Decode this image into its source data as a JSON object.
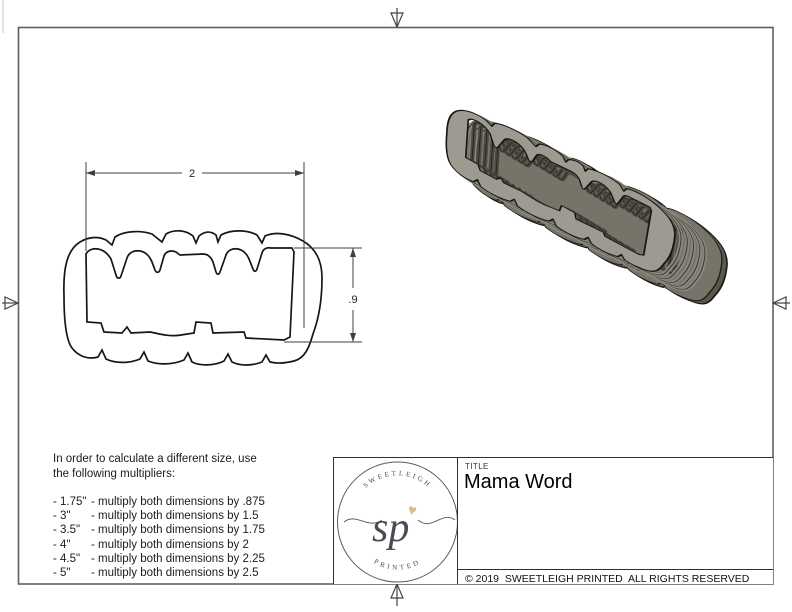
{
  "drawing2d": {
    "width_dim": "2",
    "height_dim": ".9"
  },
  "notes": {
    "intro": [
      "In order to calculate a different size, use",
      "the following multipliers:"
    ],
    "items": [
      {
        "size": "- 1.75\"",
        "rule": "- multiply both dimensions by .875"
      },
      {
        "size": "- 3\"",
        "rule": "- multiply both dimensions by 1.5"
      },
      {
        "size": "- 3.5\"",
        "rule": "- multiply both dimensions by 1.75"
      },
      {
        "size": "- 4\"",
        "rule": "- multiply both dimensions by 2"
      },
      {
        "size": "- 4.5\"",
        "rule": "- multiply both dimensions by 2.25"
      },
      {
        "size": "- 5\"",
        "rule": "- multiply both dimensions by 2.5"
      }
    ]
  },
  "title_block": {
    "field_label": "TITLE",
    "title": "Mama Word",
    "copyright": "© 2019  SWEETLEIGH PRINTED  ALL RIGHTS RESERVED",
    "logo": {
      "arc_top": "SWEETLEIGH",
      "arc_bottom": "PRINTED",
      "monogram": "sp",
      "heart": "♥"
    }
  },
  "colors": {
    "cutter_face": "#9d9a91",
    "cutter_wall": "#8a877e",
    "cutter_interior": "#4c4943",
    "cutter_flange": "#767369",
    "logo_gold": "#d9bd8a",
    "line": "#3f3f3f"
  }
}
